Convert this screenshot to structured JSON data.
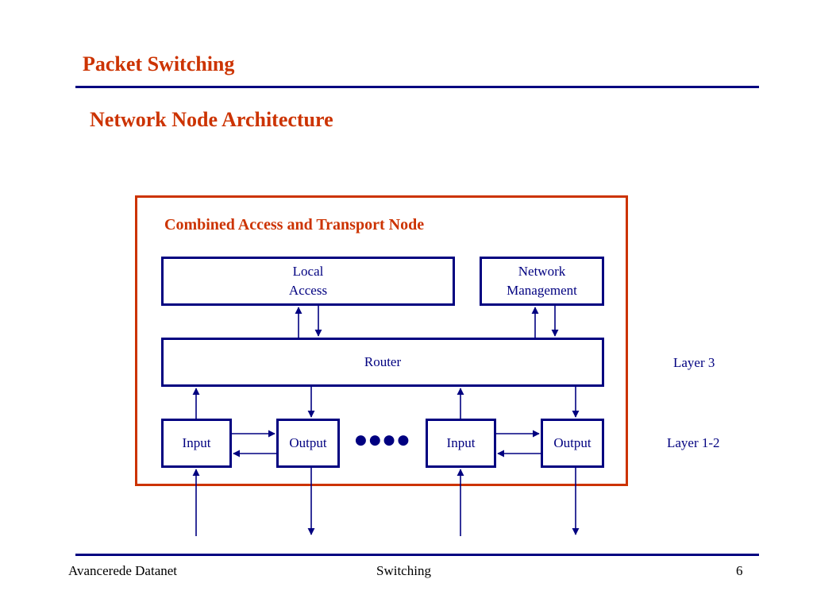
{
  "header": {
    "title": "Packet Switching",
    "subtitle": "Network Node Architecture"
  },
  "diagram": {
    "node_title": "Combined Access and Transport Node",
    "local_access": "Local\nAccess",
    "network_management": "Network\nManagement",
    "router": "Router",
    "input_1": "Input",
    "output_1": "Output",
    "input_2": "Input",
    "output_2": "Output",
    "ellipsis": "●●●●",
    "layer_3": "Layer 3",
    "layer_1_2": "Layer 1-2",
    "colors": {
      "accent": "#cc3300",
      "line": "#000080"
    }
  },
  "footer": {
    "left": "Avancerede Datanet",
    "center": "Switching",
    "page_number": "6"
  }
}
